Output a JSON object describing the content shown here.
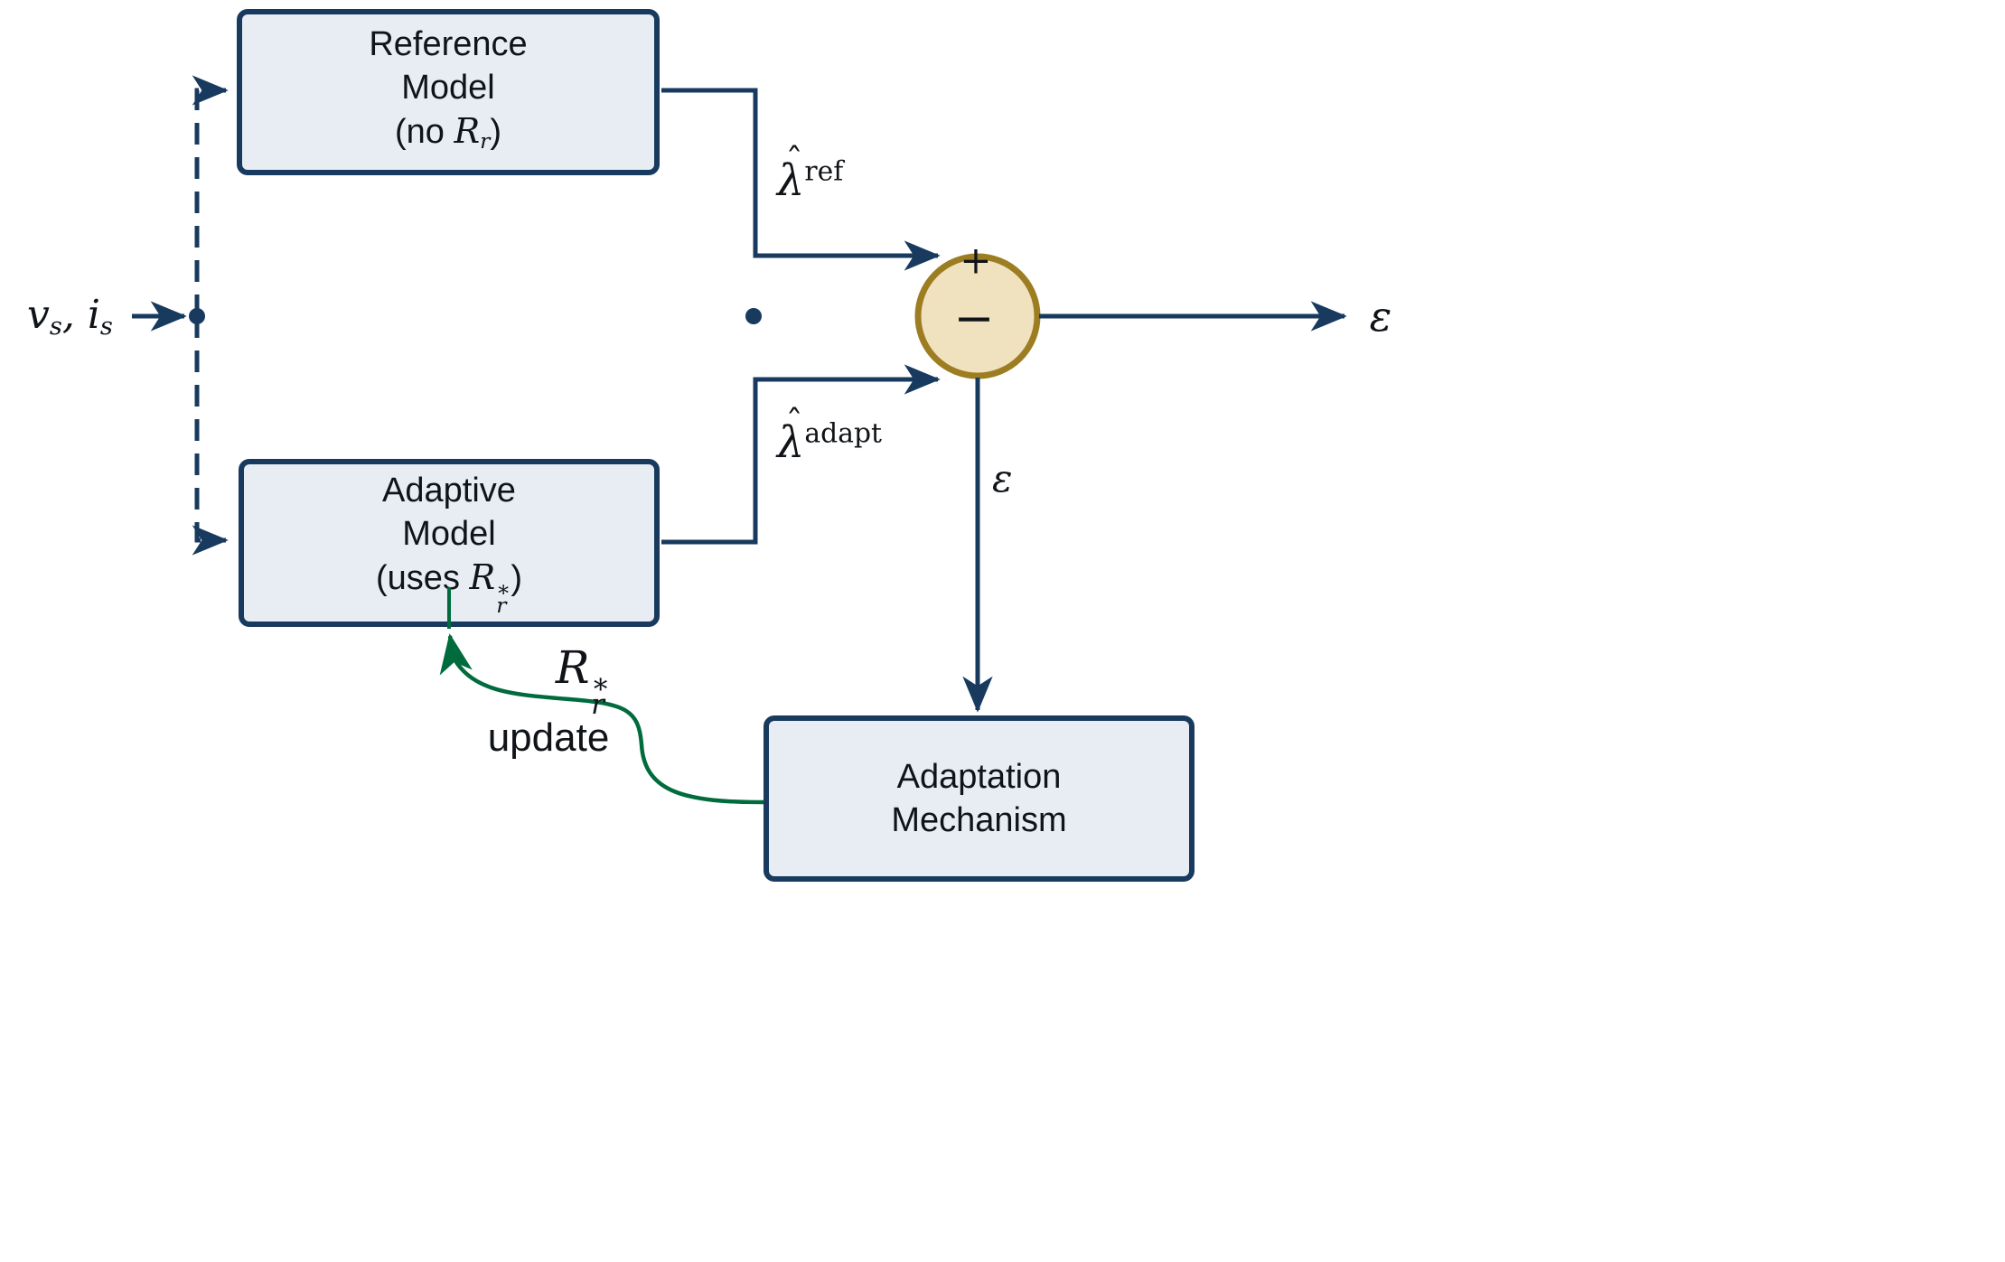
{
  "diagram": {
    "name": "MRAS rotor-resistance estimation block diagram",
    "colors": {
      "line": "#173a5e",
      "block_fill": "#e8edf4",
      "sum_fill": "#f1e2bf",
      "sum_border": "#9d7d22",
      "green": "#006b3d",
      "text": "#101418"
    },
    "blocks": {
      "reference": {
        "line1": "Reference",
        "line2": "Model",
        "line3_pre": "(no ",
        "line3_var": "R",
        "line3_sub": "r",
        "line3_post": ")"
      },
      "adaptive": {
        "line1": "Adaptive",
        "line2": "Model",
        "line3_pre": "(uses ",
        "line3_var": "R",
        "line3_sup": "∗",
        "line3_sub": "r",
        "line3_post": ")"
      },
      "adaptation": {
        "line1": "Adaptation",
        "line2": "Mechanism"
      }
    },
    "labels": {
      "input": {
        "v": "v",
        "v_sub": "s",
        "sep": ", ",
        "i": "i",
        "i_sub": "s"
      },
      "lambda_ref": {
        "hat": "ˆ",
        "base": "λ",
        "sup": "ref"
      },
      "lambda_adapt": {
        "hat": "ˆ",
        "base": "λ",
        "sup": "adapt"
      },
      "epsilon_out": "ε",
      "epsilon_mid": "ε",
      "sum_plus": "+",
      "sum_minus": "−",
      "update_var": {
        "base": "R",
        "sup": "∗",
        "sub": "r"
      },
      "update_word": "update"
    }
  }
}
